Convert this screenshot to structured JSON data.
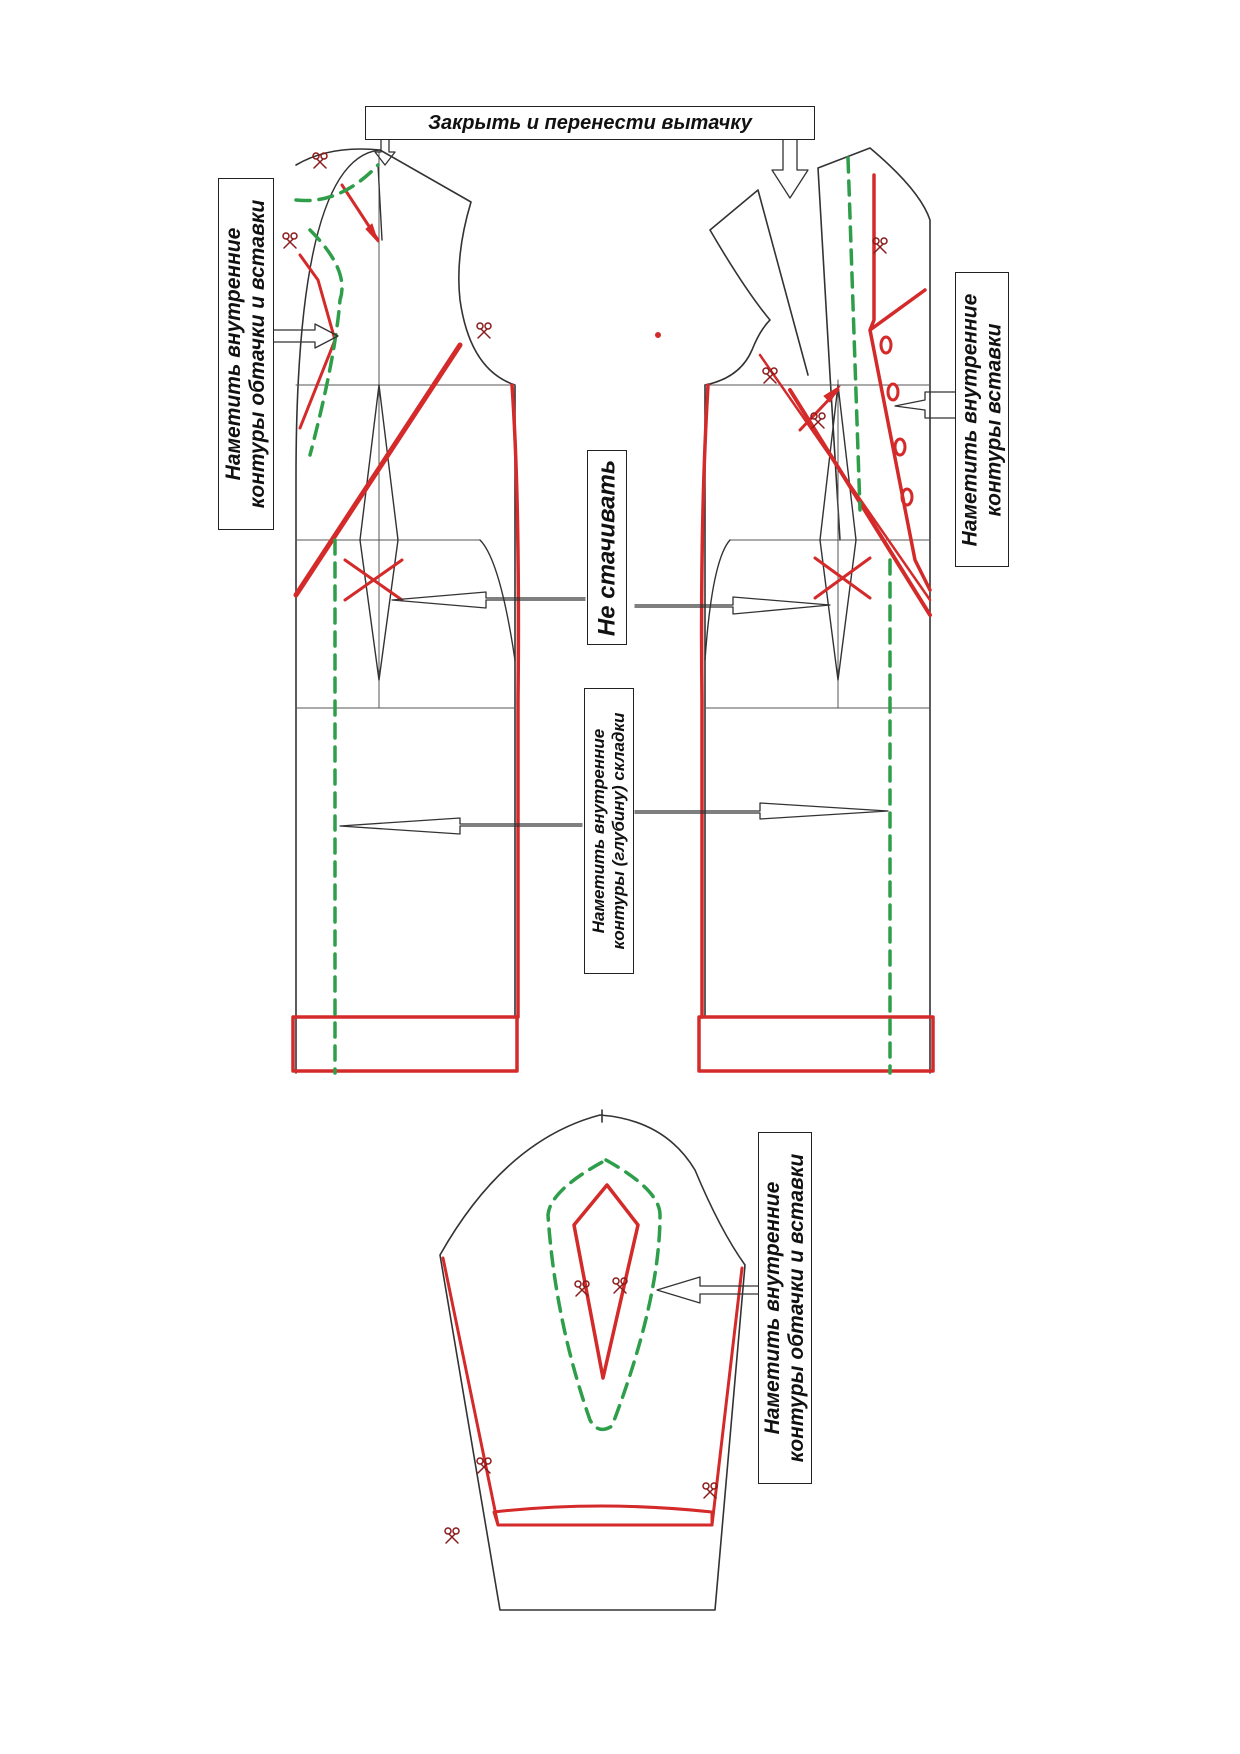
{
  "labels": {
    "close_dart": "Закрыть и перенести вытачку",
    "mark_facing_insert_line1": "Наметить внутренние",
    "mark_facing_insert_line2": "контуры обтачки и вставки",
    "mark_insert_line1": "Наметить внутренние",
    "mark_insert_line2": "контуры вставки",
    "do_not_sew": "Не стачивать",
    "mark_pleat_line1": "Наметить внутренние",
    "mark_pleat_line2": "контуры (глубину) складки",
    "sleeve_facing_line1": "Наметить внутренние",
    "sleeve_facing_line2": "контуры обтачки и вставки"
  },
  "colors": {
    "outline": "#333333",
    "cut_line": "#d42a2a",
    "fold_line": "#2e9e4a",
    "label_border": "#222222"
  },
  "icons": [
    "scissors-icon",
    "arrow-icon",
    "cross-mark-icon"
  ]
}
